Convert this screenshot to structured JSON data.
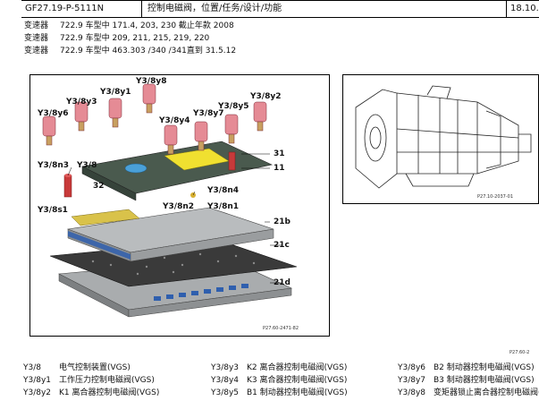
{
  "header": {
    "doc_id": "GF27.19-P-5111N",
    "title": "控制电磁阀，位置/任务/设计/功能",
    "date": "18.10."
  },
  "transmissions": [
    {
      "label": "变速器",
      "text": "722.9 车型中 171.4, 203, 230  截止年款 2008"
    },
    {
      "label": "变速器",
      "text": "722.9 车型中 209, 211, 215, 219, 220"
    },
    {
      "label": "变速器",
      "text": "722.9 车型中 463.303 /340 /341直到 31.5.12"
    }
  ],
  "figure": {
    "labels": [
      "Y3/8y8",
      "Y3/8y1",
      "Y3/8y3",
      "Y3/8y6",
      "Y3/8y4",
      "Y3/8y7",
      "Y3/8y5",
      "Y3/8y2",
      "31",
      "11",
      "Y3/8n3",
      "Y3/8",
      "32",
      "Y3/8n4",
      "Y3/8n2",
      "Y3/8n1",
      "Y3/8s1",
      "21b",
      "21c",
      "21d"
    ],
    "ref_main": "P27.60-2471-82",
    "ref_side": "P27.10-2037-01",
    "ref_bottom": "P27.60-2"
  },
  "legend": [
    [
      {
        "code": "Y3/8",
        "text": "电气控制装置(VGS)"
      },
      {
        "code": "Y3/8y1",
        "text": "工作压力控制电磁阀(VGS)"
      },
      {
        "code": "Y3/8y2",
        "text": "K1 离合器控制电磁阀(VGS)"
      }
    ],
    [
      {
        "code": "Y3/8y3",
        "text": "K2 离合器控制电磁阀(VGS)"
      },
      {
        "code": "Y3/8y4",
        "text": "K3 离合器控制电磁阀(VGS)"
      },
      {
        "code": "Y3/8y5",
        "text": "B1 制动器控制电磁阀(VGS)"
      }
    ],
    [
      {
        "code": "Y3/8y6",
        "text": "B2 制动器控制电磁阀(VGS)"
      },
      {
        "code": "Y3/8y7",
        "text": "B3 制动器控制电磁阀(VGS)"
      },
      {
        "code": "Y3/8y8",
        "text": "变矩器锁止离合器控制电磁阀(VGS)"
      }
    ]
  ]
}
